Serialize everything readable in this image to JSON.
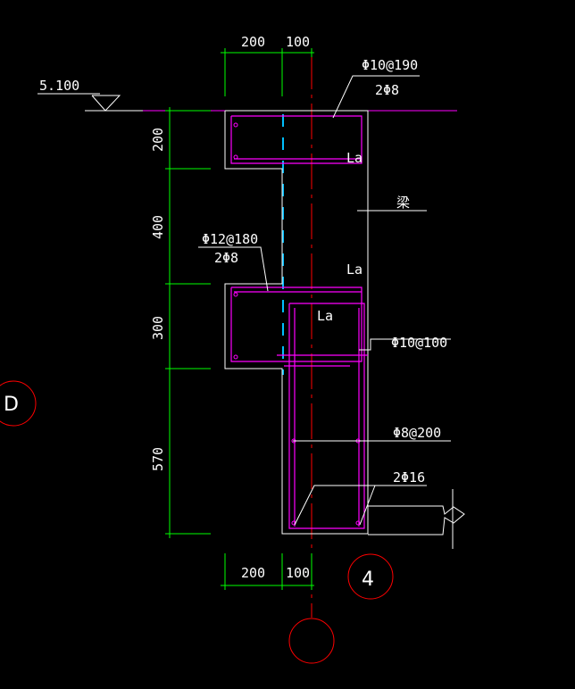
{
  "elevation": "5.100",
  "axes": {
    "grid_d": "D",
    "grid_4": "4",
    "grid_bottom": ""
  },
  "dims": {
    "top_200": "200",
    "top_100": "100",
    "bot_200": "200",
    "bot_100": "100",
    "v_200": "200",
    "v_400": "400",
    "v_300": "300",
    "v_570": "570"
  },
  "labels": {
    "top_stirrup": "Φ10@190",
    "top_bars": "2Φ8",
    "mid_stirrup": "Φ12@180",
    "mid_bars": "2Φ8",
    "beam": "梁",
    "col_stirrup": "Φ10@100",
    "tie": "Φ8@200",
    "main_bars": "2Φ16",
    "la1": "La",
    "la2": "La",
    "la3": "La"
  },
  "colors": {
    "outline": "#ffffff",
    "rebar": "#ff00ff",
    "dim": "#00ff00",
    "center": "#ff0000",
    "axis_dash": "#00ffff"
  }
}
